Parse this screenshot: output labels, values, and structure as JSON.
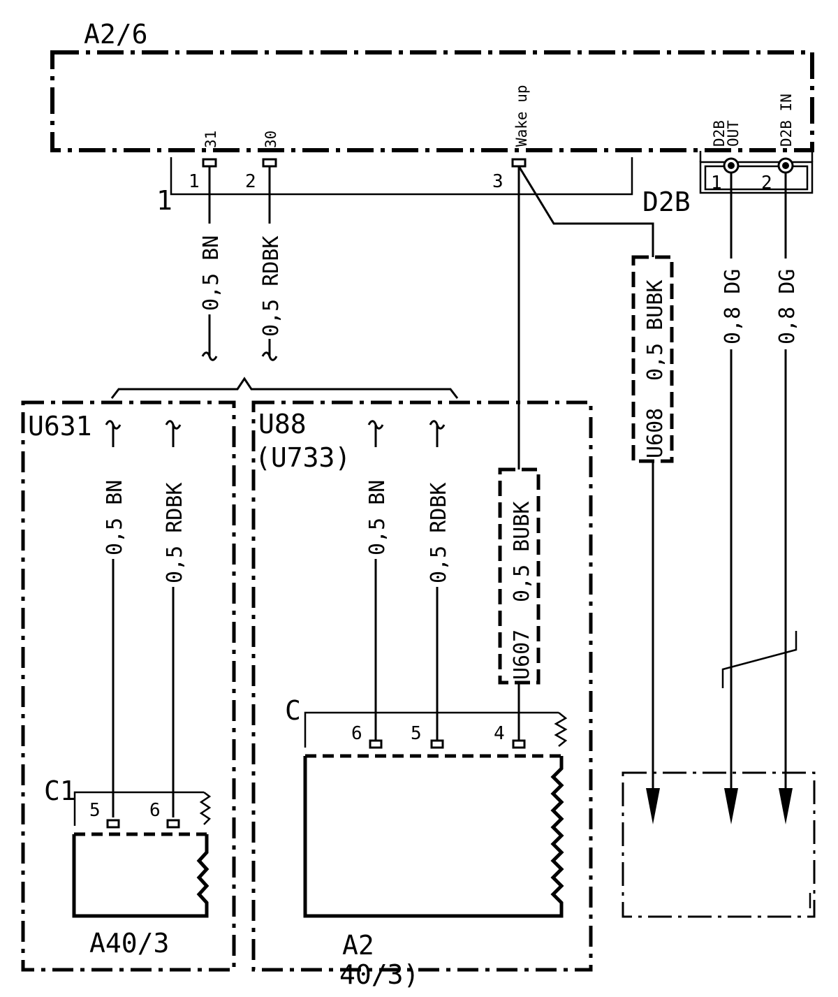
{
  "components": {
    "ecu_top": "A2/6",
    "module_left": "A40/3",
    "module_mid_line1": "A2",
    "module_mid_line2": "40/3)",
    "group_left": "U631",
    "group_mid_line1": "U88",
    "group_mid_line2": "(U733)",
    "group_u607": "U607",
    "group_u608": "U608"
  },
  "pins": {
    "ecu_pin31": "31",
    "ecu_pin30": "30",
    "ecu_wakeup": "Wake up",
    "d2b_out_line1": "D2B",
    "d2b_out_line2": "OUT",
    "d2b_in": "D2B IN",
    "conn_pin1": "1",
    "conn_pin2": "2",
    "conn_pin3": "3",
    "harness_1": "1",
    "d2b_conn": "D2B",
    "d2b_pin1": "1",
    "d2b_pin2": "2",
    "c1_label": "C1",
    "c1_pin5": "5",
    "c1_pin6": "6",
    "c_label": "C",
    "c_pin6": "6",
    "c_pin5": "5",
    "c_pin4": "4"
  },
  "wires": {
    "bn": "0,5 BN",
    "rdbk": "0,5 RDBK",
    "bubk": "0,5 BUBK",
    "dg": "0,8 DG"
  }
}
